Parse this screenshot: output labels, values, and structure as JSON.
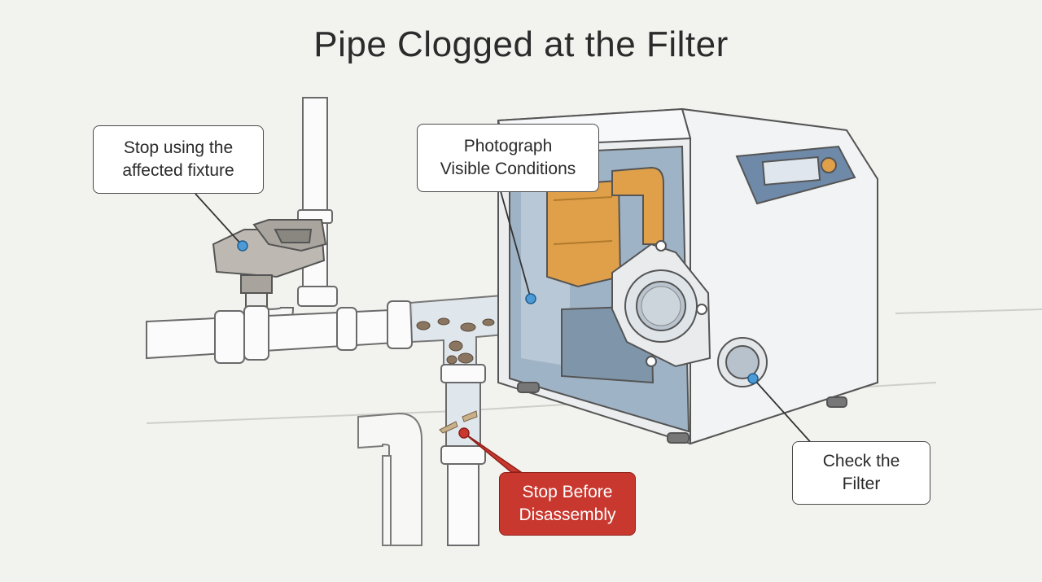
{
  "title": "Pipe Clogged at the Filter",
  "callouts": {
    "stop_fixture": "Stop using the\naffected fixture",
    "photograph": "Photograph\nVisible Conditions",
    "check_filter": "Check the\nFilter",
    "stop_disassembly": "Stop Before\nDisassembly"
  },
  "colors": {
    "warning": "#c9382f",
    "filter_housing": "#e0a04a",
    "unit_interior": "#9fb3c6",
    "control_panel": "#6f89a8",
    "leader_dot": "#4c9bd6"
  }
}
